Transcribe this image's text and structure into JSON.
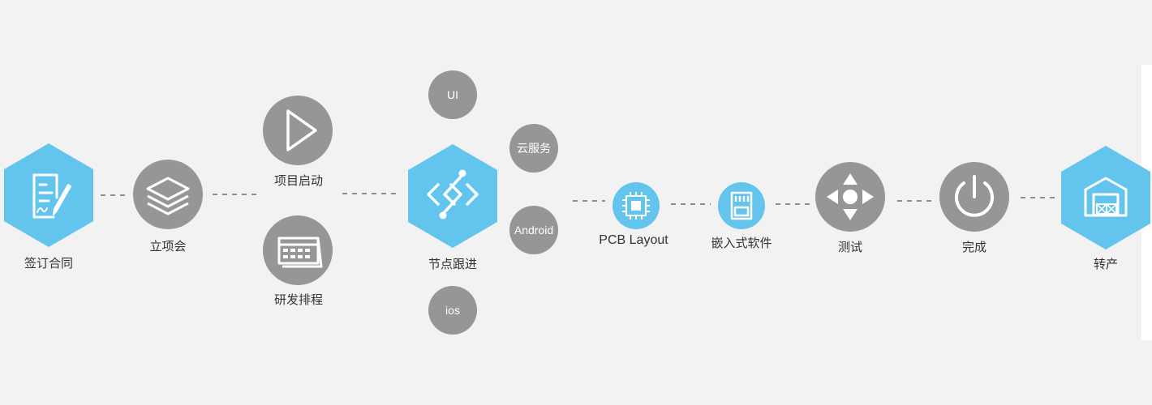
{
  "colors": {
    "hexagon": "#63c4ee",
    "circle": "#969696",
    "icon": "#ffffff",
    "connector": "#6d6d6d",
    "label": "#333333",
    "background": "#f2f2f2"
  },
  "steps": [
    {
      "id": "sign",
      "label": "签订合同",
      "icon": "contract-sign-icon"
    },
    {
      "id": "kickoff",
      "label": "立项会",
      "icon": "layers-icon"
    },
    {
      "id": "start",
      "label": "项目启动",
      "icon": "play-icon"
    },
    {
      "id": "schedule",
      "label": "研发排程",
      "icon": "calendar-icon"
    },
    {
      "id": "track",
      "label": "节点跟进",
      "icon": "link-chain-icon"
    },
    {
      "id": "ui",
      "text": "UI"
    },
    {
      "id": "cloud",
      "text": "云服务"
    },
    {
      "id": "android",
      "text": "Android"
    },
    {
      "id": "ios",
      "text": "ios"
    },
    {
      "id": "pcb",
      "label": "PCB Layout",
      "icon": "chip-icon"
    },
    {
      "id": "embedded",
      "label": "嵌入式软件",
      "icon": "sd-card-icon"
    },
    {
      "id": "test",
      "label": "测试",
      "icon": "dpad-icon"
    },
    {
      "id": "done",
      "label": "完成",
      "icon": "power-icon"
    },
    {
      "id": "transfer",
      "label": "转产",
      "icon": "warehouse-icon"
    }
  ]
}
